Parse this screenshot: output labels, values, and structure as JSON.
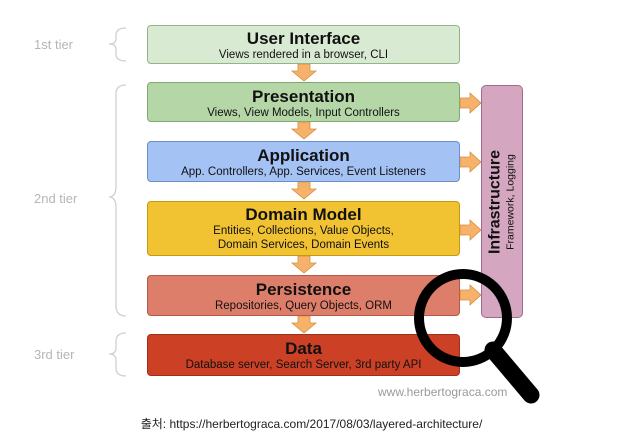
{
  "tiers": [
    {
      "label": "1st tier"
    },
    {
      "label": "2nd tier"
    },
    {
      "label": "3rd tier"
    }
  ],
  "layers": [
    {
      "title": "User Interface",
      "subtitle": "Views rendered in a browser, CLI",
      "fill": "#d9ead3",
      "border": "#93b486"
    },
    {
      "title": "Presentation",
      "subtitle": "Views, View Models, Input Controllers",
      "fill": "#b5d7a8",
      "border": "#80a870"
    },
    {
      "title": "Application",
      "subtitle": "App. Controllers, App. Services, Event Listeners",
      "fill": "#a4c2f4",
      "border": "#6d8fc8"
    },
    {
      "title": "Domain Model",
      "subtitle_lines": [
        "Entities, Collections, Value Objects,",
        "Domain Services, Domain Events"
      ],
      "fill": "#f1c232",
      "border": "#c49a10"
    },
    {
      "title": "Persistence",
      "subtitle": "Repositories, Query Objects, ORM",
      "fill": "#dd7e6b",
      "border": "#b35a48"
    },
    {
      "title": "Data",
      "subtitle": "Database server, Search Server, 3rd party API",
      "fill": "#cc4125",
      "border": "#a02f18"
    }
  ],
  "infrastructure": {
    "title": "Infrastructure",
    "subtitle": "Framework, Logging",
    "fill": "#d5a6c0"
  },
  "arrow_color": "#f6b26b",
  "magnifier_icon": "magnifying-glass-icon",
  "watermark": "www.herbertograca.com",
  "caption": "출처: https://herbertograca.com/2017/08/03/layered-architecture/"
}
